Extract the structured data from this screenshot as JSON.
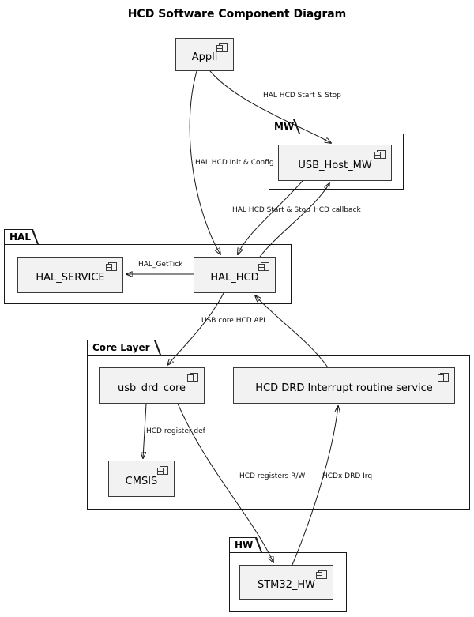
{
  "title": "HCD Software Component Diagram",
  "packages": {
    "mw": {
      "label": "MW"
    },
    "hal": {
      "label": "HAL"
    },
    "core_layer": {
      "label": "Core Layer"
    },
    "hw": {
      "label": "HW"
    }
  },
  "components": {
    "appli": {
      "label": "Appli"
    },
    "usb_host_mw": {
      "label": "USB_Host_MW"
    },
    "hal_service": {
      "label": "HAL_SERVICE"
    },
    "hal_hcd": {
      "label": "HAL_HCD"
    },
    "usb_drd_core": {
      "label": "usb_drd_core"
    },
    "hcd_drd_isr": {
      "label": "HCD DRD Interrupt routine service"
    },
    "cmsis": {
      "label": "CMSIS"
    },
    "stm32_hw": {
      "label": "STM32_HW"
    }
  },
  "edges": {
    "appli_usb_host": {
      "label": "HAL HCD Start & Stop"
    },
    "appli_hal_hcd": {
      "label": "HAL HCD Init & Config"
    },
    "usb_host_hal_hcd": {
      "label": "HAL HCD Start & Stop"
    },
    "hal_hcd_usb_host": {
      "label": "HCD callback"
    },
    "hal_hcd_hal_service": {
      "label": "HAL_GetTick"
    },
    "hal_hcd_usb_drd_core": {
      "label": "USB core HCD API"
    },
    "usb_drd_core_cmsis": {
      "label": "HCD register def"
    },
    "usb_drd_core_stm32": {
      "label": "HCD registers R/W"
    },
    "stm32_isr": {
      "label": "HCDx DRD Irq"
    }
  },
  "colors": {
    "component_fill": "#f2f2f2",
    "border": "#181818",
    "background": "#ffffff"
  }
}
